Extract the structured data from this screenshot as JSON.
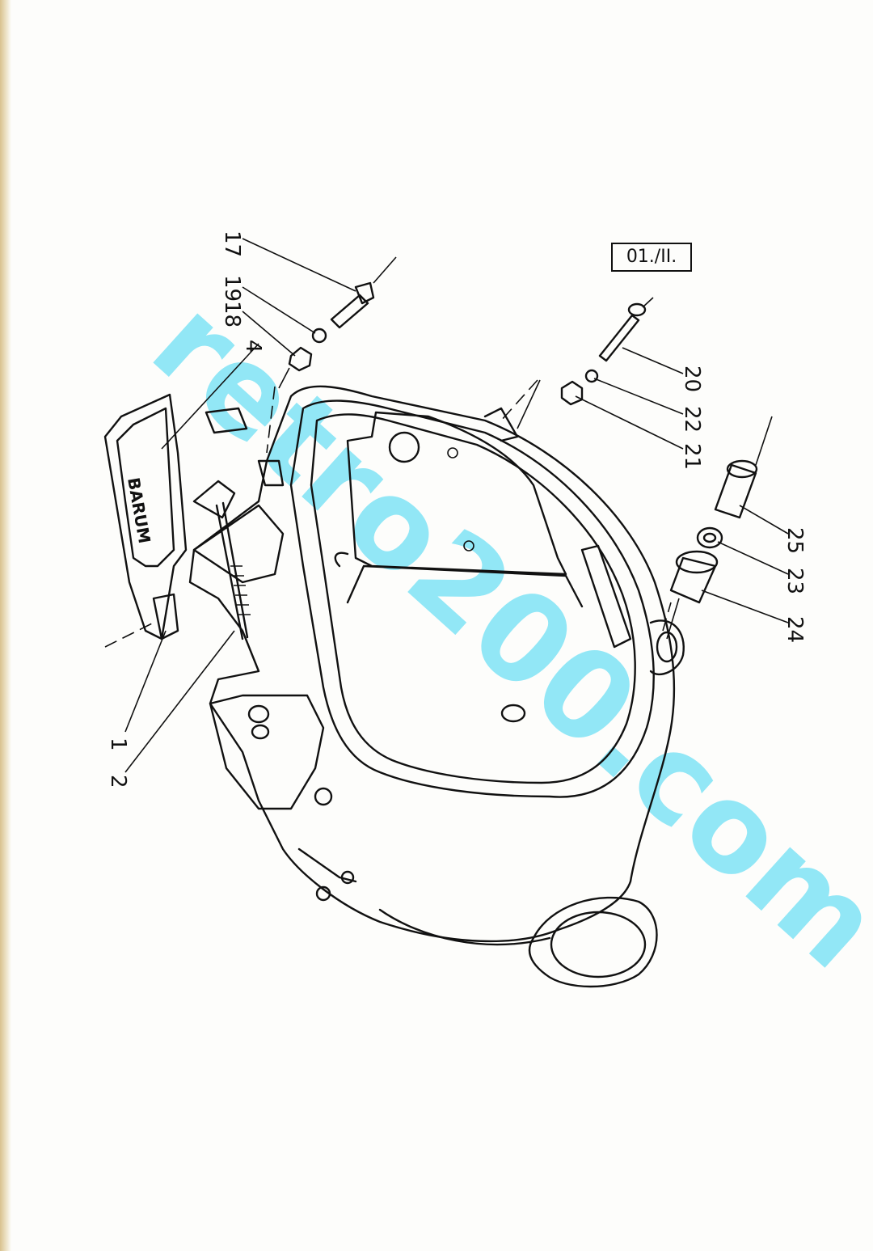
{
  "drawing_code": "01./II.",
  "brand_plate_text": "BARUM",
  "watermark": "retro200.com",
  "part_labels": {
    "p1": "1",
    "p2": "2",
    "p4": "4",
    "p17": "17",
    "p18": "18",
    "p19": "19",
    "p20": "20",
    "p21": "21",
    "p22": "22",
    "p23": "23",
    "p24": "24",
    "p25": "25"
  }
}
